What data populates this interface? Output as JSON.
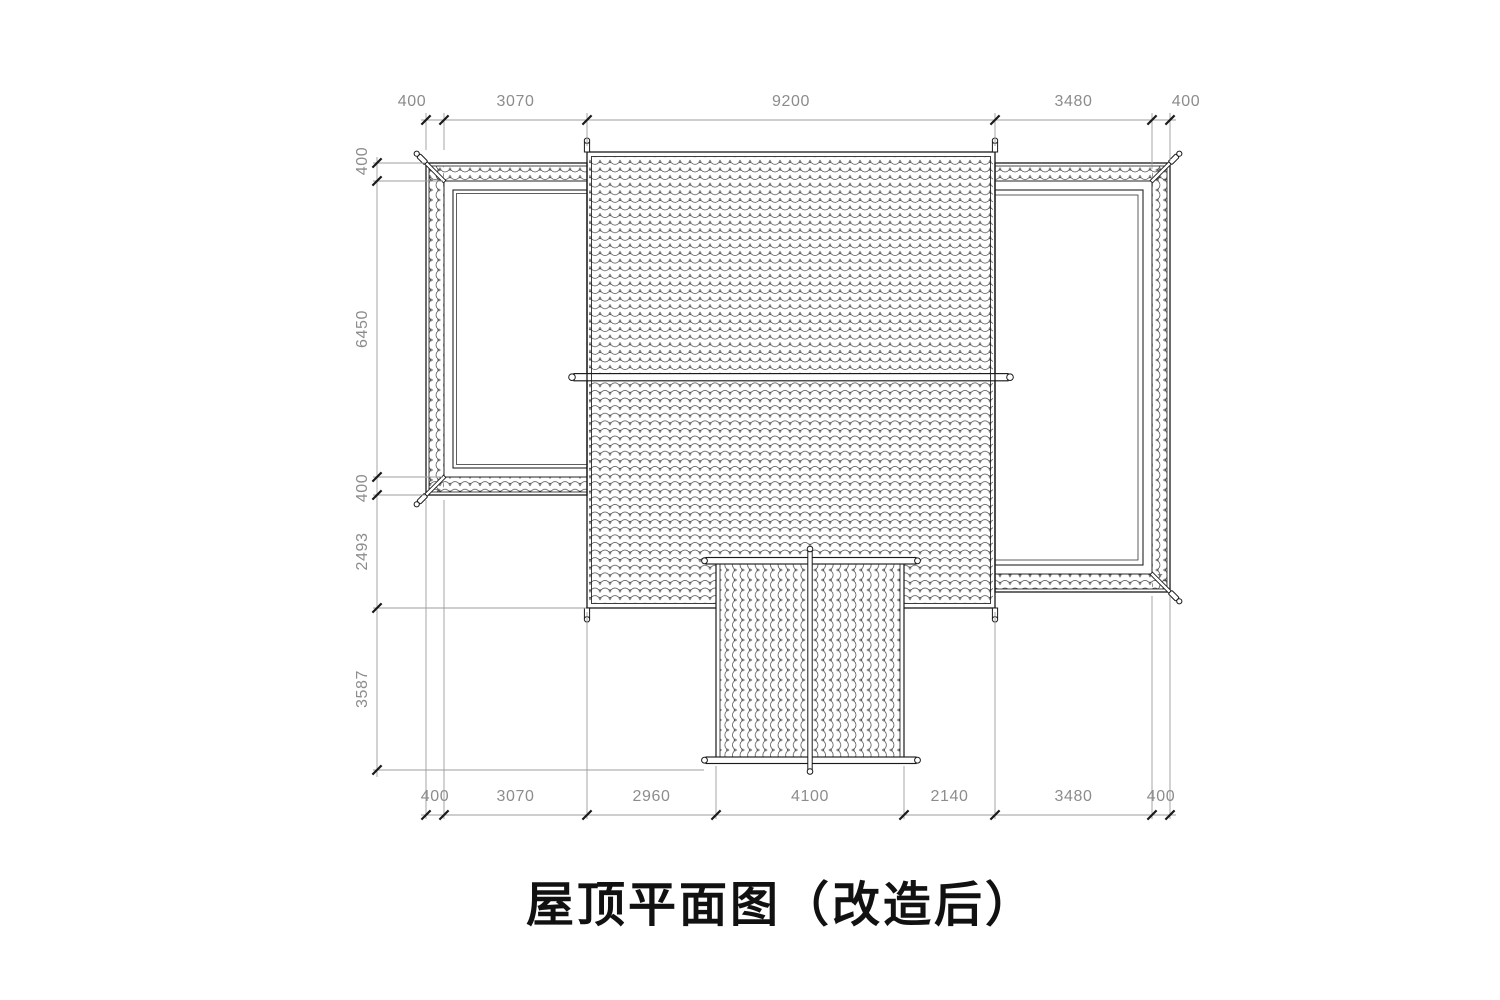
{
  "title": "屋顶平面图（改造后）",
  "dimensions": {
    "top": [
      "400",
      "3070",
      "9200",
      "3480",
      "400"
    ],
    "left": [
      "400",
      "6450",
      "400",
      "2493",
      "3587"
    ],
    "bottom": [
      "400",
      "3070",
      "2960",
      "4100",
      "2140",
      "3480",
      "400"
    ]
  },
  "colors": {
    "line": "#1a1a1a",
    "tile_hatch": "#3f3f3f",
    "dimension": "#8c8c8c",
    "background": "#ffffff"
  }
}
